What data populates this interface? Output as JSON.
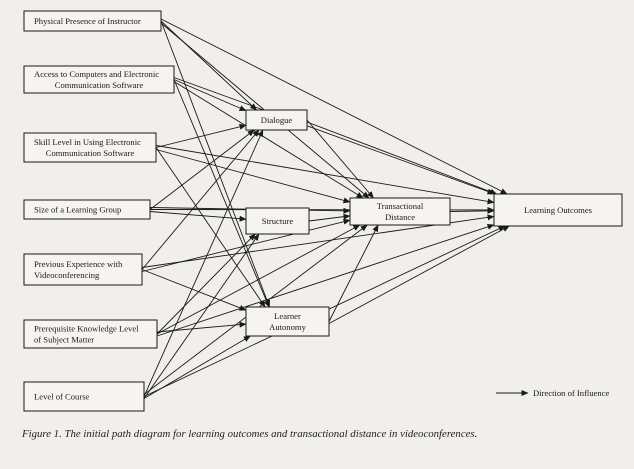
{
  "nodes": [
    {
      "id": "physical",
      "lines": [
        "Physical Presence of Instructor"
      ]
    },
    {
      "id": "access",
      "lines": [
        "Access to Computers and Electronic",
        "Communication Software"
      ]
    },
    {
      "id": "skill",
      "lines": [
        "Skill Level in Using Electronic",
        "Communication Software"
      ]
    },
    {
      "id": "size",
      "lines": [
        "Size of a Learning Group"
      ]
    },
    {
      "id": "experience",
      "lines": [
        "Previous Experience with",
        "Videoconferencing"
      ]
    },
    {
      "id": "prereq",
      "lines": [
        "Prerequisite Knowledge Level",
        "of Subject Matter"
      ]
    },
    {
      "id": "level",
      "lines": [
        "Level of Course"
      ]
    },
    {
      "id": "dialogue",
      "lines": [
        "Dialogue"
      ]
    },
    {
      "id": "structure",
      "lines": [
        "Structure"
      ]
    },
    {
      "id": "autonomy",
      "lines": [
        "Learner",
        "Autonomy"
      ]
    },
    {
      "id": "distance",
      "lines": [
        "Transactional",
        "Distance"
      ]
    },
    {
      "id": "outcomes",
      "lines": [
        "Learning  Outcomes"
      ]
    }
  ],
  "edges": [
    [
      "physical",
      "dialogue"
    ],
    [
      "physical",
      "distance"
    ],
    [
      "physical",
      "outcomes"
    ],
    [
      "physical",
      "autonomy"
    ],
    [
      "access",
      "dialogue"
    ],
    [
      "access",
      "distance"
    ],
    [
      "access",
      "outcomes"
    ],
    [
      "access",
      "autonomy"
    ],
    [
      "skill",
      "dialogue"
    ],
    [
      "skill",
      "distance"
    ],
    [
      "skill",
      "outcomes"
    ],
    [
      "skill",
      "autonomy"
    ],
    [
      "size",
      "dialogue"
    ],
    [
      "size",
      "structure"
    ],
    [
      "size",
      "distance"
    ],
    [
      "size",
      "outcomes"
    ],
    [
      "experience",
      "dialogue"
    ],
    [
      "experience",
      "distance"
    ],
    [
      "experience",
      "outcomes"
    ],
    [
      "experience",
      "autonomy"
    ],
    [
      "prereq",
      "structure"
    ],
    [
      "prereq",
      "outcomes"
    ],
    [
      "prereq",
      "autonomy"
    ],
    [
      "prereq",
      "distance"
    ],
    [
      "level",
      "dialogue"
    ],
    [
      "level",
      "structure"
    ],
    [
      "level",
      "distance"
    ],
    [
      "level",
      "outcomes"
    ],
    [
      "level",
      "autonomy"
    ],
    [
      "dialogue",
      "distance"
    ],
    [
      "dialogue",
      "outcomes"
    ],
    [
      "structure",
      "distance"
    ],
    [
      "autonomy",
      "distance"
    ],
    [
      "autonomy",
      "outcomes"
    ],
    [
      "distance",
      "outcomes"
    ]
  ],
  "legend": {
    "label": "Direction of Influence"
  },
  "caption": "Figure 1. The initial path diagram for learning outcomes and transactional distance in videoconferences."
}
